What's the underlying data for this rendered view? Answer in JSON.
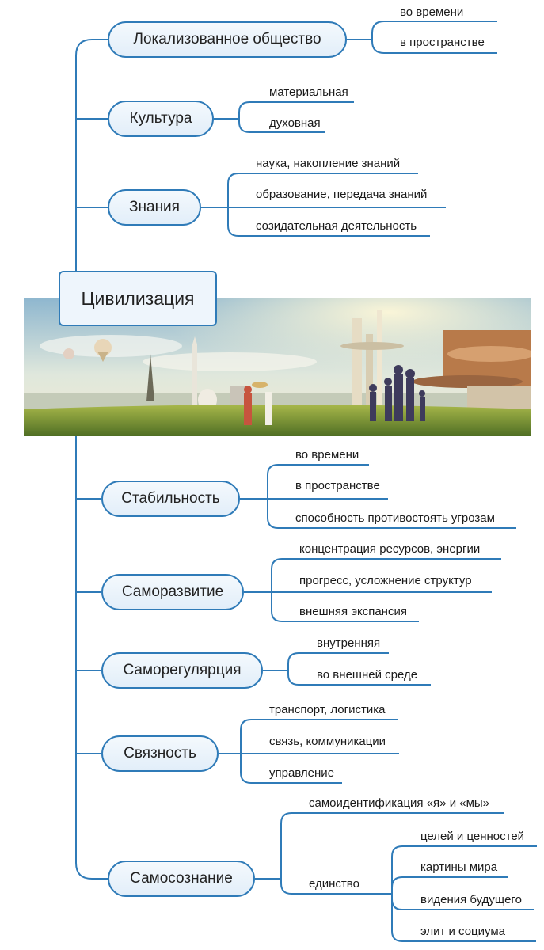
{
  "root": {
    "label": "Цивилизация"
  },
  "branches": [
    {
      "label": "Локализованное общество",
      "items": [
        "во времени",
        "в пространстве"
      ]
    },
    {
      "label": "Культура",
      "items": [
        "материальная",
        "духовная"
      ]
    },
    {
      "label": "Знания",
      "items": [
        "наука, накопление знаний",
        "образование, передача знаний",
        "созидательная деятельность"
      ]
    },
    {
      "label": "Стабильность",
      "items": [
        "во времени",
        "в пространстве",
        "способность противостоять угрозам"
      ]
    },
    {
      "label": "Саморазвитие",
      "items": [
        "концентрация ресурсов, энергии",
        "прогресс, усложнение структур",
        "внешняя экспансия"
      ]
    },
    {
      "label": "Саморегулярция",
      "items": [
        "внутренняя",
        "во внешней среде"
      ]
    },
    {
      "label": "Связность",
      "items": [
        "транспорт, логистика",
        "связь, коммуникации",
        "управление"
      ]
    },
    {
      "label": "Самосознание",
      "items": [
        "самоидентификация «я» и «мы»",
        "единство"
      ],
      "unity_items": [
        "целей и ценностей",
        "картины мира",
        "видения будущего",
        "элит и социума"
      ]
    }
  ],
  "colors": {
    "line": "#2f7bb8",
    "node_fill": "#e8f1fa"
  },
  "illustration": {
    "subject": "retro-futuristic city panorama"
  }
}
